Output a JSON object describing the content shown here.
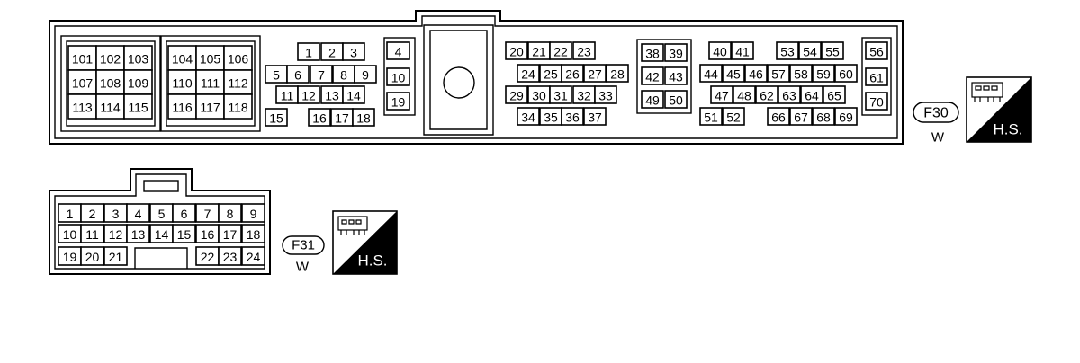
{
  "connectors": [
    {
      "id": "F30",
      "color": "W",
      "badge": "H.S.",
      "pin_blocks": [
        [
          "101",
          "102",
          "103",
          "107",
          "108",
          "109",
          "113",
          "114",
          "115"
        ],
        [
          "104",
          "105",
          "106",
          "110",
          "111",
          "112",
          "116",
          "117",
          "118"
        ],
        [
          "1",
          "2",
          "3",
          "5",
          "6",
          "7",
          "8",
          "9",
          "11",
          "12",
          "13",
          "14",
          "15",
          "16",
          "17",
          "18"
        ],
        [
          "4",
          "10",
          "19"
        ],
        [
          "20",
          "21",
          "22",
          "23",
          "24",
          "25",
          "26",
          "27",
          "28",
          "29",
          "30",
          "31",
          "32",
          "33",
          "34",
          "35",
          "36",
          "37"
        ],
        [
          "38",
          "39",
          "42",
          "43",
          "49",
          "50"
        ],
        [
          "40",
          "41",
          "53",
          "54",
          "55",
          "44",
          "45",
          "46",
          "57",
          "58",
          "59",
          "60",
          "47",
          "48",
          "62",
          "63",
          "64",
          "65",
          "51",
          "52",
          "66",
          "67",
          "68",
          "69"
        ],
        [
          "56",
          "61",
          "70"
        ]
      ]
    },
    {
      "id": "F31",
      "color": "W",
      "badge": "H.S.",
      "pin_blocks": [
        [
          "1",
          "2",
          "3",
          "4",
          "5",
          "6",
          "7",
          "8",
          "9",
          "10",
          "11",
          "12",
          "13",
          "14",
          "15",
          "16",
          "17",
          "18",
          "19",
          "20",
          "21",
          "22",
          "23",
          "24"
        ]
      ]
    }
  ]
}
